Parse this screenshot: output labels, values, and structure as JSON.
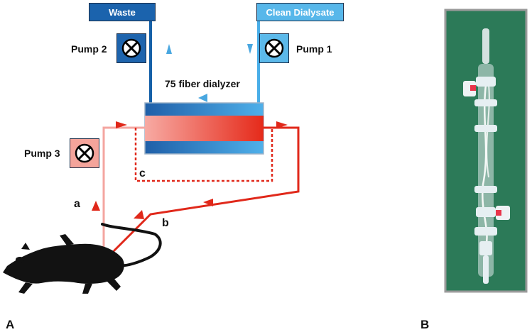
{
  "panel_a": {
    "label": "A",
    "waste_box": "Waste",
    "clean_dialysate_box": "Clean Dialysate",
    "pump_1": "Pump 1",
    "pump_2": "Pump 2",
    "pump_3": "Pump 3",
    "dialyzer_label": "75 fiber dialyzer",
    "line_a": "a",
    "line_b": "b",
    "line_c": "c"
  },
  "panel_b": {
    "label": "B"
  },
  "colors": {
    "dialysate_dark_blue": "#1560a8",
    "dialysate_light_blue": "#4aaee8",
    "arterial_pink": "#f4a6a0",
    "venous_red": "#e0281a",
    "photo_background": "#2c7a58",
    "rat_silhouette": "#121212"
  },
  "icons": {
    "pump": "circle-x-pump-icon",
    "flow_arrow": "triangle-arrow-icon",
    "animal": "rat-silhouette-icon",
    "photo": "dialyzer-photo"
  }
}
